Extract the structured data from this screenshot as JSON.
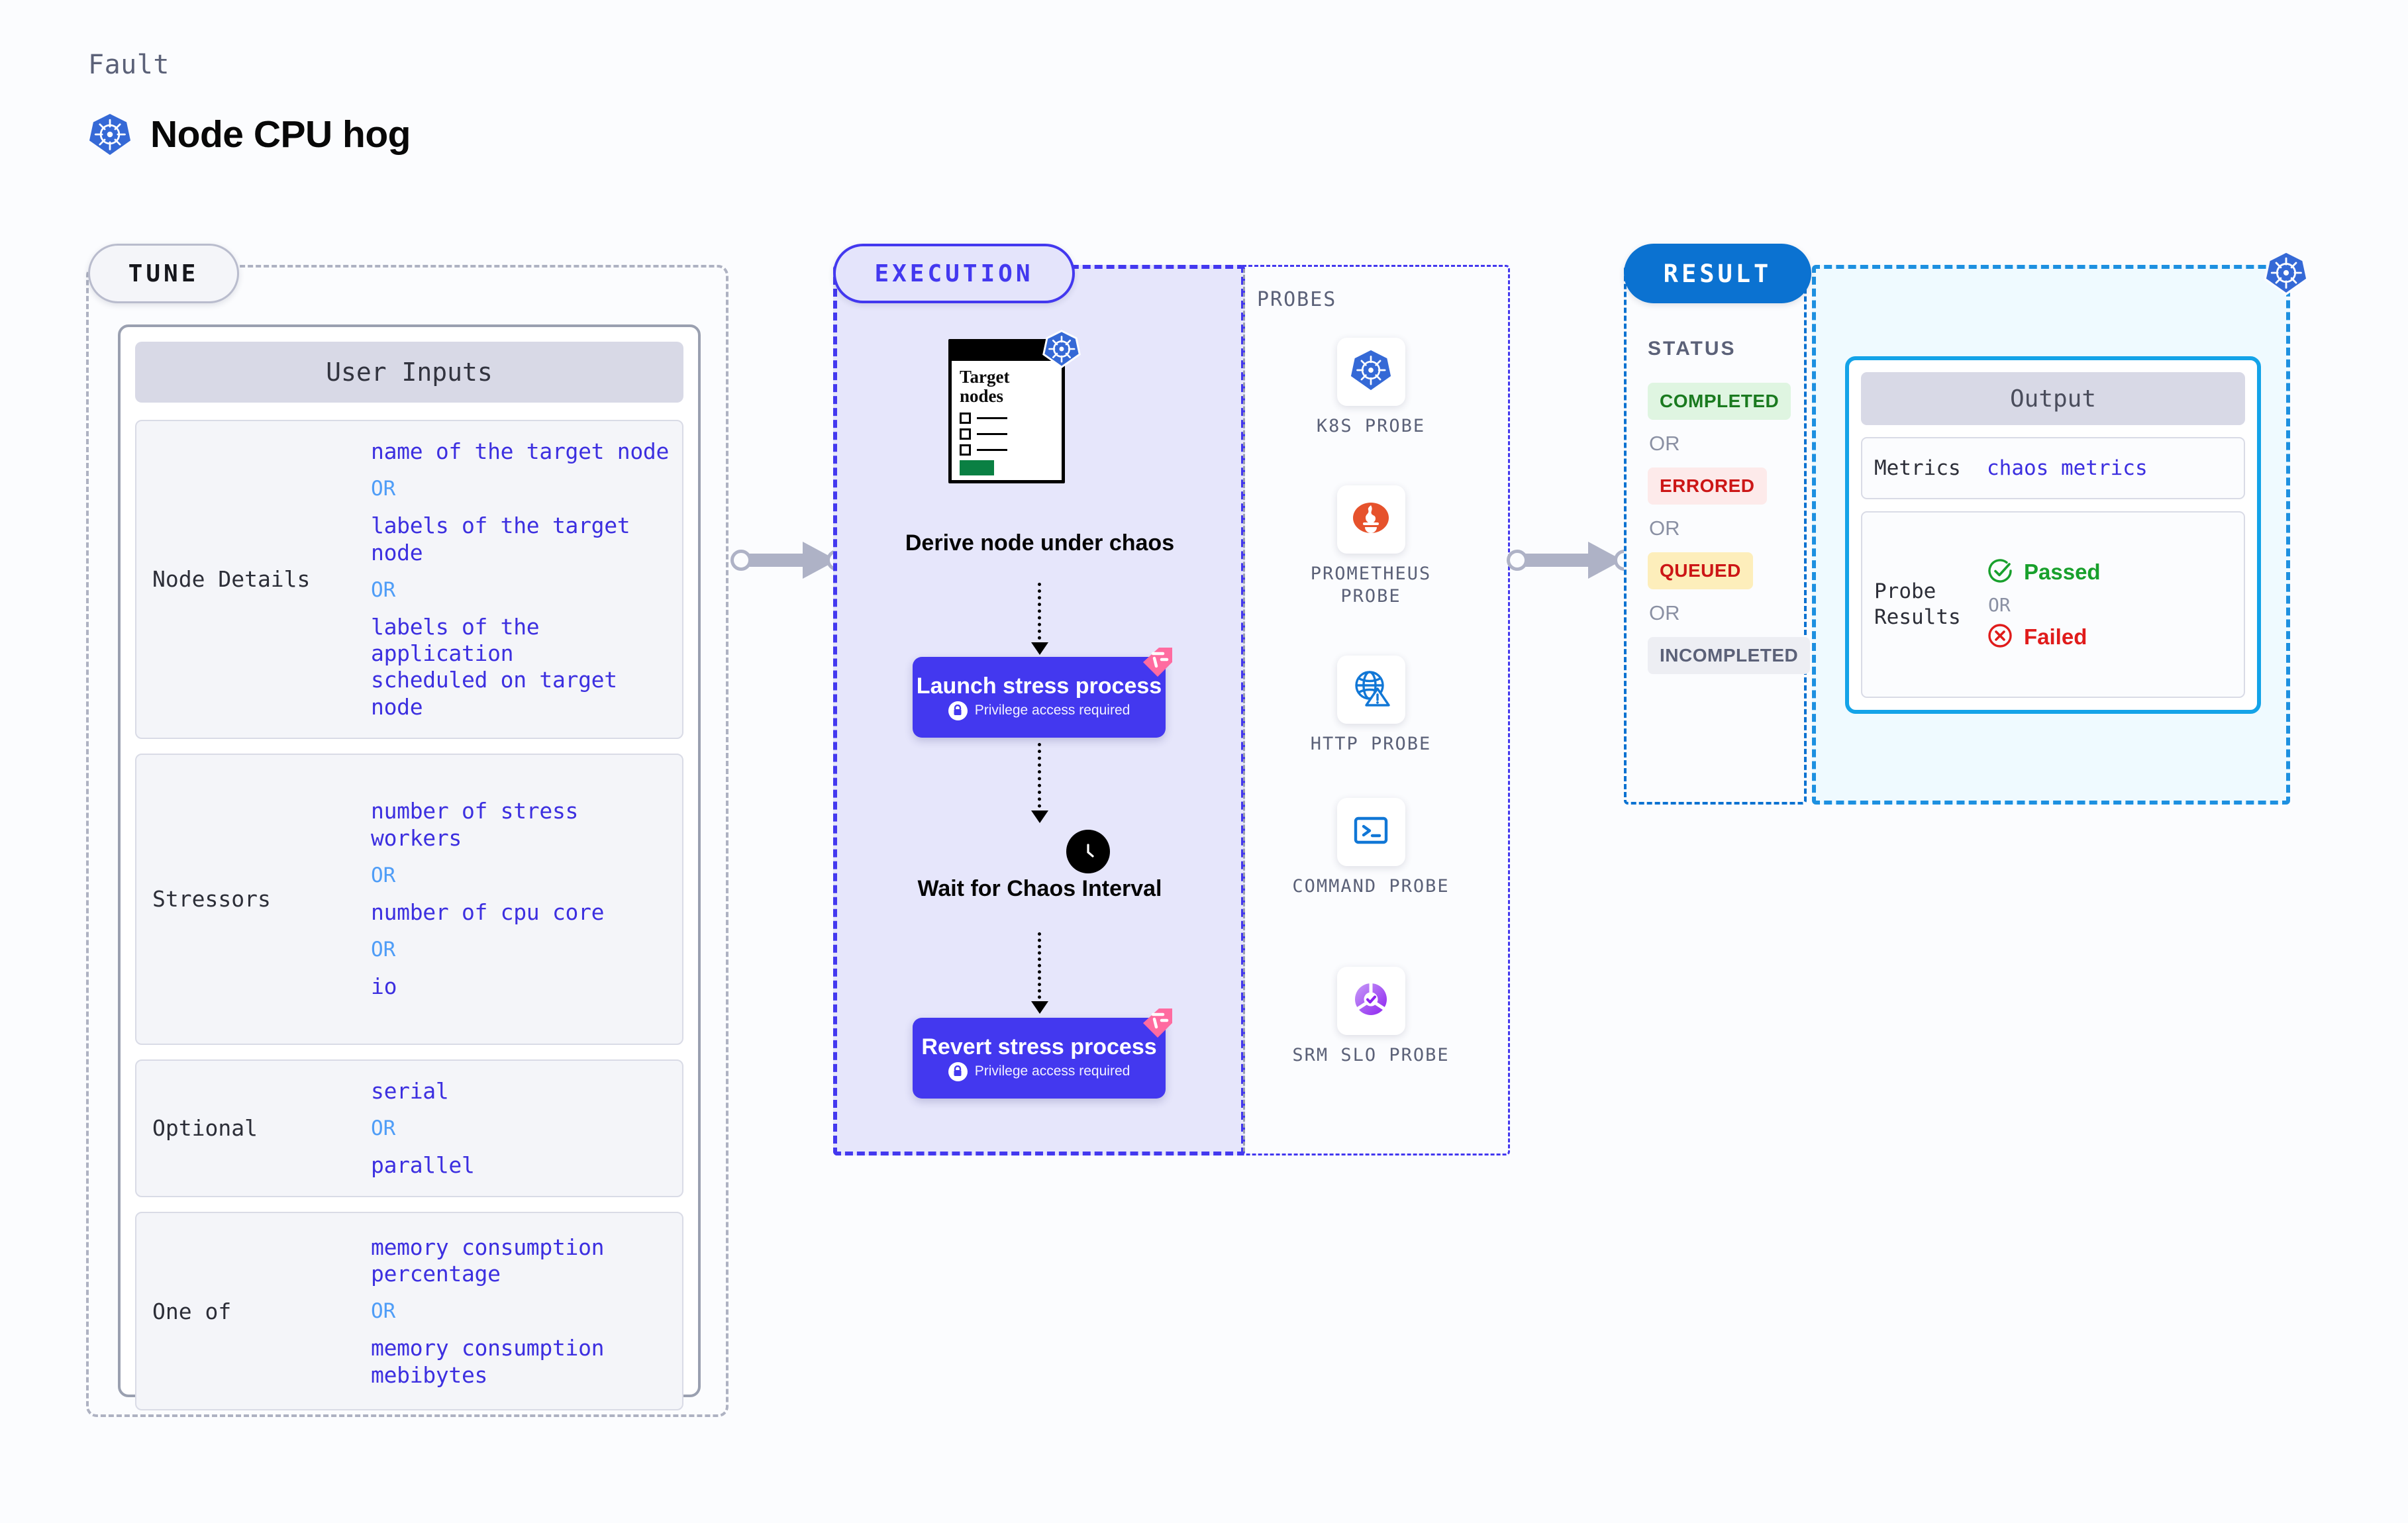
{
  "header": {
    "eyebrow": "Fault",
    "title": "Node CPU hog",
    "icon": "kubernetes-icon"
  },
  "tune": {
    "label": "TUNE",
    "card_title": "User Inputs",
    "rows": [
      {
        "key": "Node Details",
        "values": [
          "name of the target node",
          "labels of the target node",
          "labels of the application\n scheduled on target node"
        ],
        "separator": "OR"
      },
      {
        "key": "Stressors",
        "values": [
          "number of stress workers",
          "number of cpu core",
          "io"
        ],
        "separator": "OR"
      },
      {
        "key": "Optional",
        "values": [
          "serial",
          "parallel"
        ],
        "separator": "OR"
      },
      {
        "key": "One of",
        "values": [
          "memory consumption percentage",
          "memory consumption mebibytes"
        ],
        "separator": "OR"
      }
    ]
  },
  "execution": {
    "label": "EXECUTION",
    "target_card": {
      "title": "Target nodes",
      "icon": "kubernetes-icon",
      "checkbox_count": 3
    },
    "steps": [
      {
        "caption": "Derive node under chaos"
      },
      {
        "title": "Launch stress process",
        "note": "Privilege access required",
        "icon": "lock-icon",
        "badge": "harness-ribbon"
      },
      {
        "caption": "Wait for Chaos Interval",
        "icon": "clock-icon"
      },
      {
        "title": "Revert stress process",
        "note": "Privilege access required",
        "icon": "lock-icon",
        "badge": "harness-ribbon"
      }
    ]
  },
  "probes": {
    "label": "PROBES",
    "items": [
      {
        "label": "K8S PROBE",
        "icon": "kubernetes-icon"
      },
      {
        "label": "PROMETHEUS PROBE",
        "icon": "prometheus-icon"
      },
      {
        "label": "HTTP PROBE",
        "icon": "globe-warning-icon"
      },
      {
        "label": "COMMAND PROBE",
        "icon": "terminal-icon"
      },
      {
        "label": "SRM SLO PROBE",
        "icon": "slo-donut-icon"
      }
    ]
  },
  "result": {
    "label": "RESULT",
    "status_title": "STATUS",
    "separator": "OR",
    "statuses": [
      {
        "label": "COMPLETED",
        "color": "#1a7a1f",
        "bg": "#dff5e1"
      },
      {
        "label": "ERRORED",
        "color": "#cc1616",
        "bg": "#fdeaea"
      },
      {
        "label": "QUEUED",
        "color": "#cc1616",
        "bg": "#fdeebb"
      },
      {
        "label": "INCOMPLETED",
        "color": "#5b6178",
        "bg": "#edeef3"
      }
    ],
    "corner_icon": "kubernetes-icon",
    "output": {
      "title": "Output",
      "metrics_key": "Metrics",
      "metrics_value": "chaos metrics",
      "probe_key": "Probe Results",
      "probe_pass": "Passed",
      "probe_fail": "Failed",
      "probe_separator": "OR"
    }
  },
  "colors": {
    "indigo": "#4338ef",
    "value_indigo": "#3c2fe0",
    "or_blue": "#4f9df7",
    "result_blue": "#0b72d1",
    "output_cyan": "#14a3e8",
    "pass_green": "#18a02c",
    "fail_red": "#e01b1b"
  }
}
